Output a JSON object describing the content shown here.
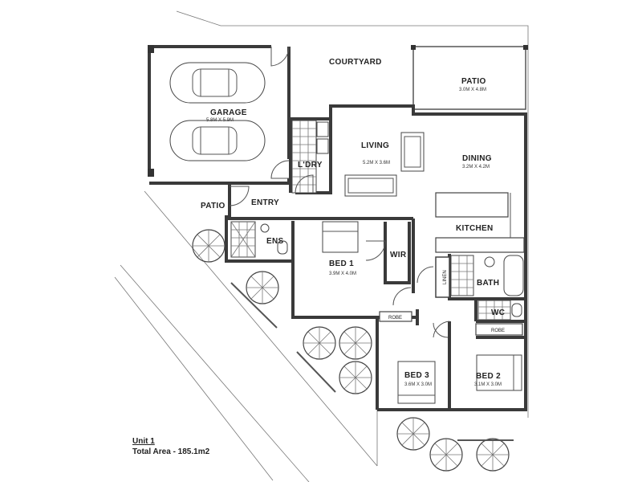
{
  "rooms": {
    "courtyard": {
      "name": "COURTYARD"
    },
    "patio_top": {
      "name": "PATIO",
      "dims": "3.0M X 4.8M"
    },
    "garage": {
      "name": "GARAGE",
      "dims": "5.8M X 5.9M"
    },
    "living": {
      "name": "LIVING",
      "dims": "5.2M X 3.6M"
    },
    "dining": {
      "name": "DINING",
      "dims": "3.2M X 4.2M"
    },
    "laundry": {
      "name": "L'DRY"
    },
    "patio_entry": {
      "name": "PATIO"
    },
    "entry": {
      "name": "ENTRY"
    },
    "kitchen": {
      "name": "KITCHEN"
    },
    "ensuite": {
      "name": "ENS"
    },
    "bed1": {
      "name": "BED 1",
      "dims": "3.9M X 4.0M"
    },
    "wir": {
      "name": "WIR"
    },
    "linen": {
      "name": "LINEN"
    },
    "bath": {
      "name": "BATH"
    },
    "wc": {
      "name": "WC"
    },
    "robe_left": {
      "name": "ROBE"
    },
    "robe_right": {
      "name": "ROBE"
    },
    "bed3": {
      "name": "BED 3",
      "dims": "3.6M X 3.0M"
    },
    "bed2": {
      "name": "BED 2",
      "dims": "3.1M X 3.0M"
    }
  },
  "unit": {
    "title": "Unit 1",
    "total_area": "Total Area - 185.1m2"
  },
  "colors": {
    "wall": "#3a3a3a",
    "line": "#555555",
    "text": "#222222"
  },
  "icons": [
    "car-icon",
    "tree-icon",
    "toilet-icon",
    "bathtub-icon",
    "sofa-icon",
    "sink-icon",
    "door-swing-icon"
  ]
}
